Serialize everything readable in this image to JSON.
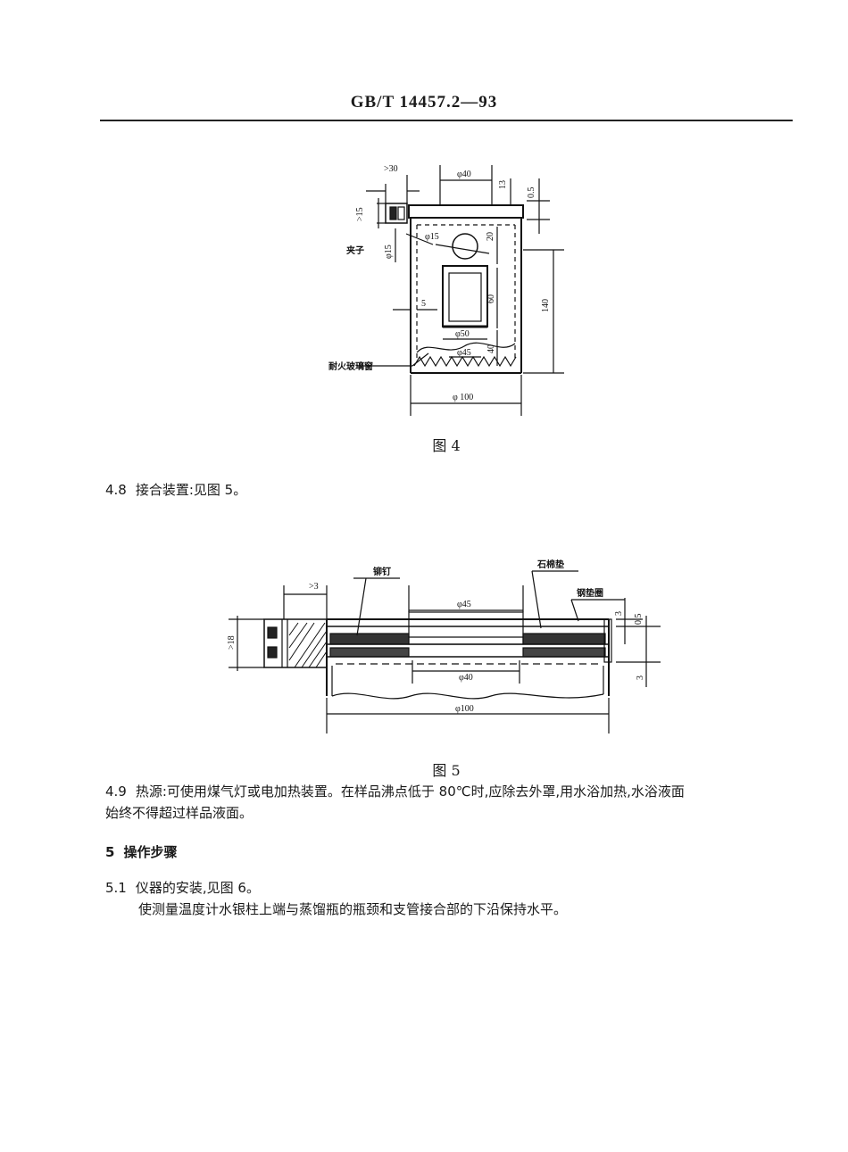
{
  "header": {
    "code": "GB/T 14457.2—93"
  },
  "figure4": {
    "caption": "图 4",
    "labels": {
      "ge30": ">30",
      "phi40": "φ40",
      "d13": "13",
      "d05": "0.5",
      "ge15": ">15",
      "phi15_top": "φ15",
      "d20": "20",
      "clip": "夹子",
      "phi15_left": "φ15",
      "d5": "5",
      "d60": "60",
      "d140": "140",
      "phi50": "φ50",
      "d40": "40",
      "phi45": "φ45",
      "window": "耐火玻璃窗",
      "phi100": "φ 100"
    }
  },
  "section_4_8": {
    "num": "4.8",
    "text": "接合装置:见图 5。"
  },
  "figure5": {
    "caption": "图 5",
    "labels": {
      "ge3": ">3",
      "rivet": "铆钉",
      "asbestos": "石棉垫",
      "phi45": "φ45",
      "ring": "钢垫圈",
      "d3_top": "3",
      "d05": "0.5",
      "ge18": ">18",
      "phi40": "φ40",
      "d3_bot": "3",
      "phi100": "φ100"
    }
  },
  "section_4_9": {
    "num": "4.9",
    "line1": "热源:可使用煤气灯或电加热装置。在样品沸点低于 80℃时,应除去外罩,用水浴加热,水浴液面",
    "line2": "始终不得超过样品液面。"
  },
  "section_5": {
    "num": "5",
    "title": "操作步骤"
  },
  "section_5_1": {
    "num": "5.1",
    "text": "仪器的安装,见图 6。",
    "para": "使测量温度计水银柱上端与蒸馏瓶的瓶颈和支管接合部的下沿保持水平。"
  }
}
